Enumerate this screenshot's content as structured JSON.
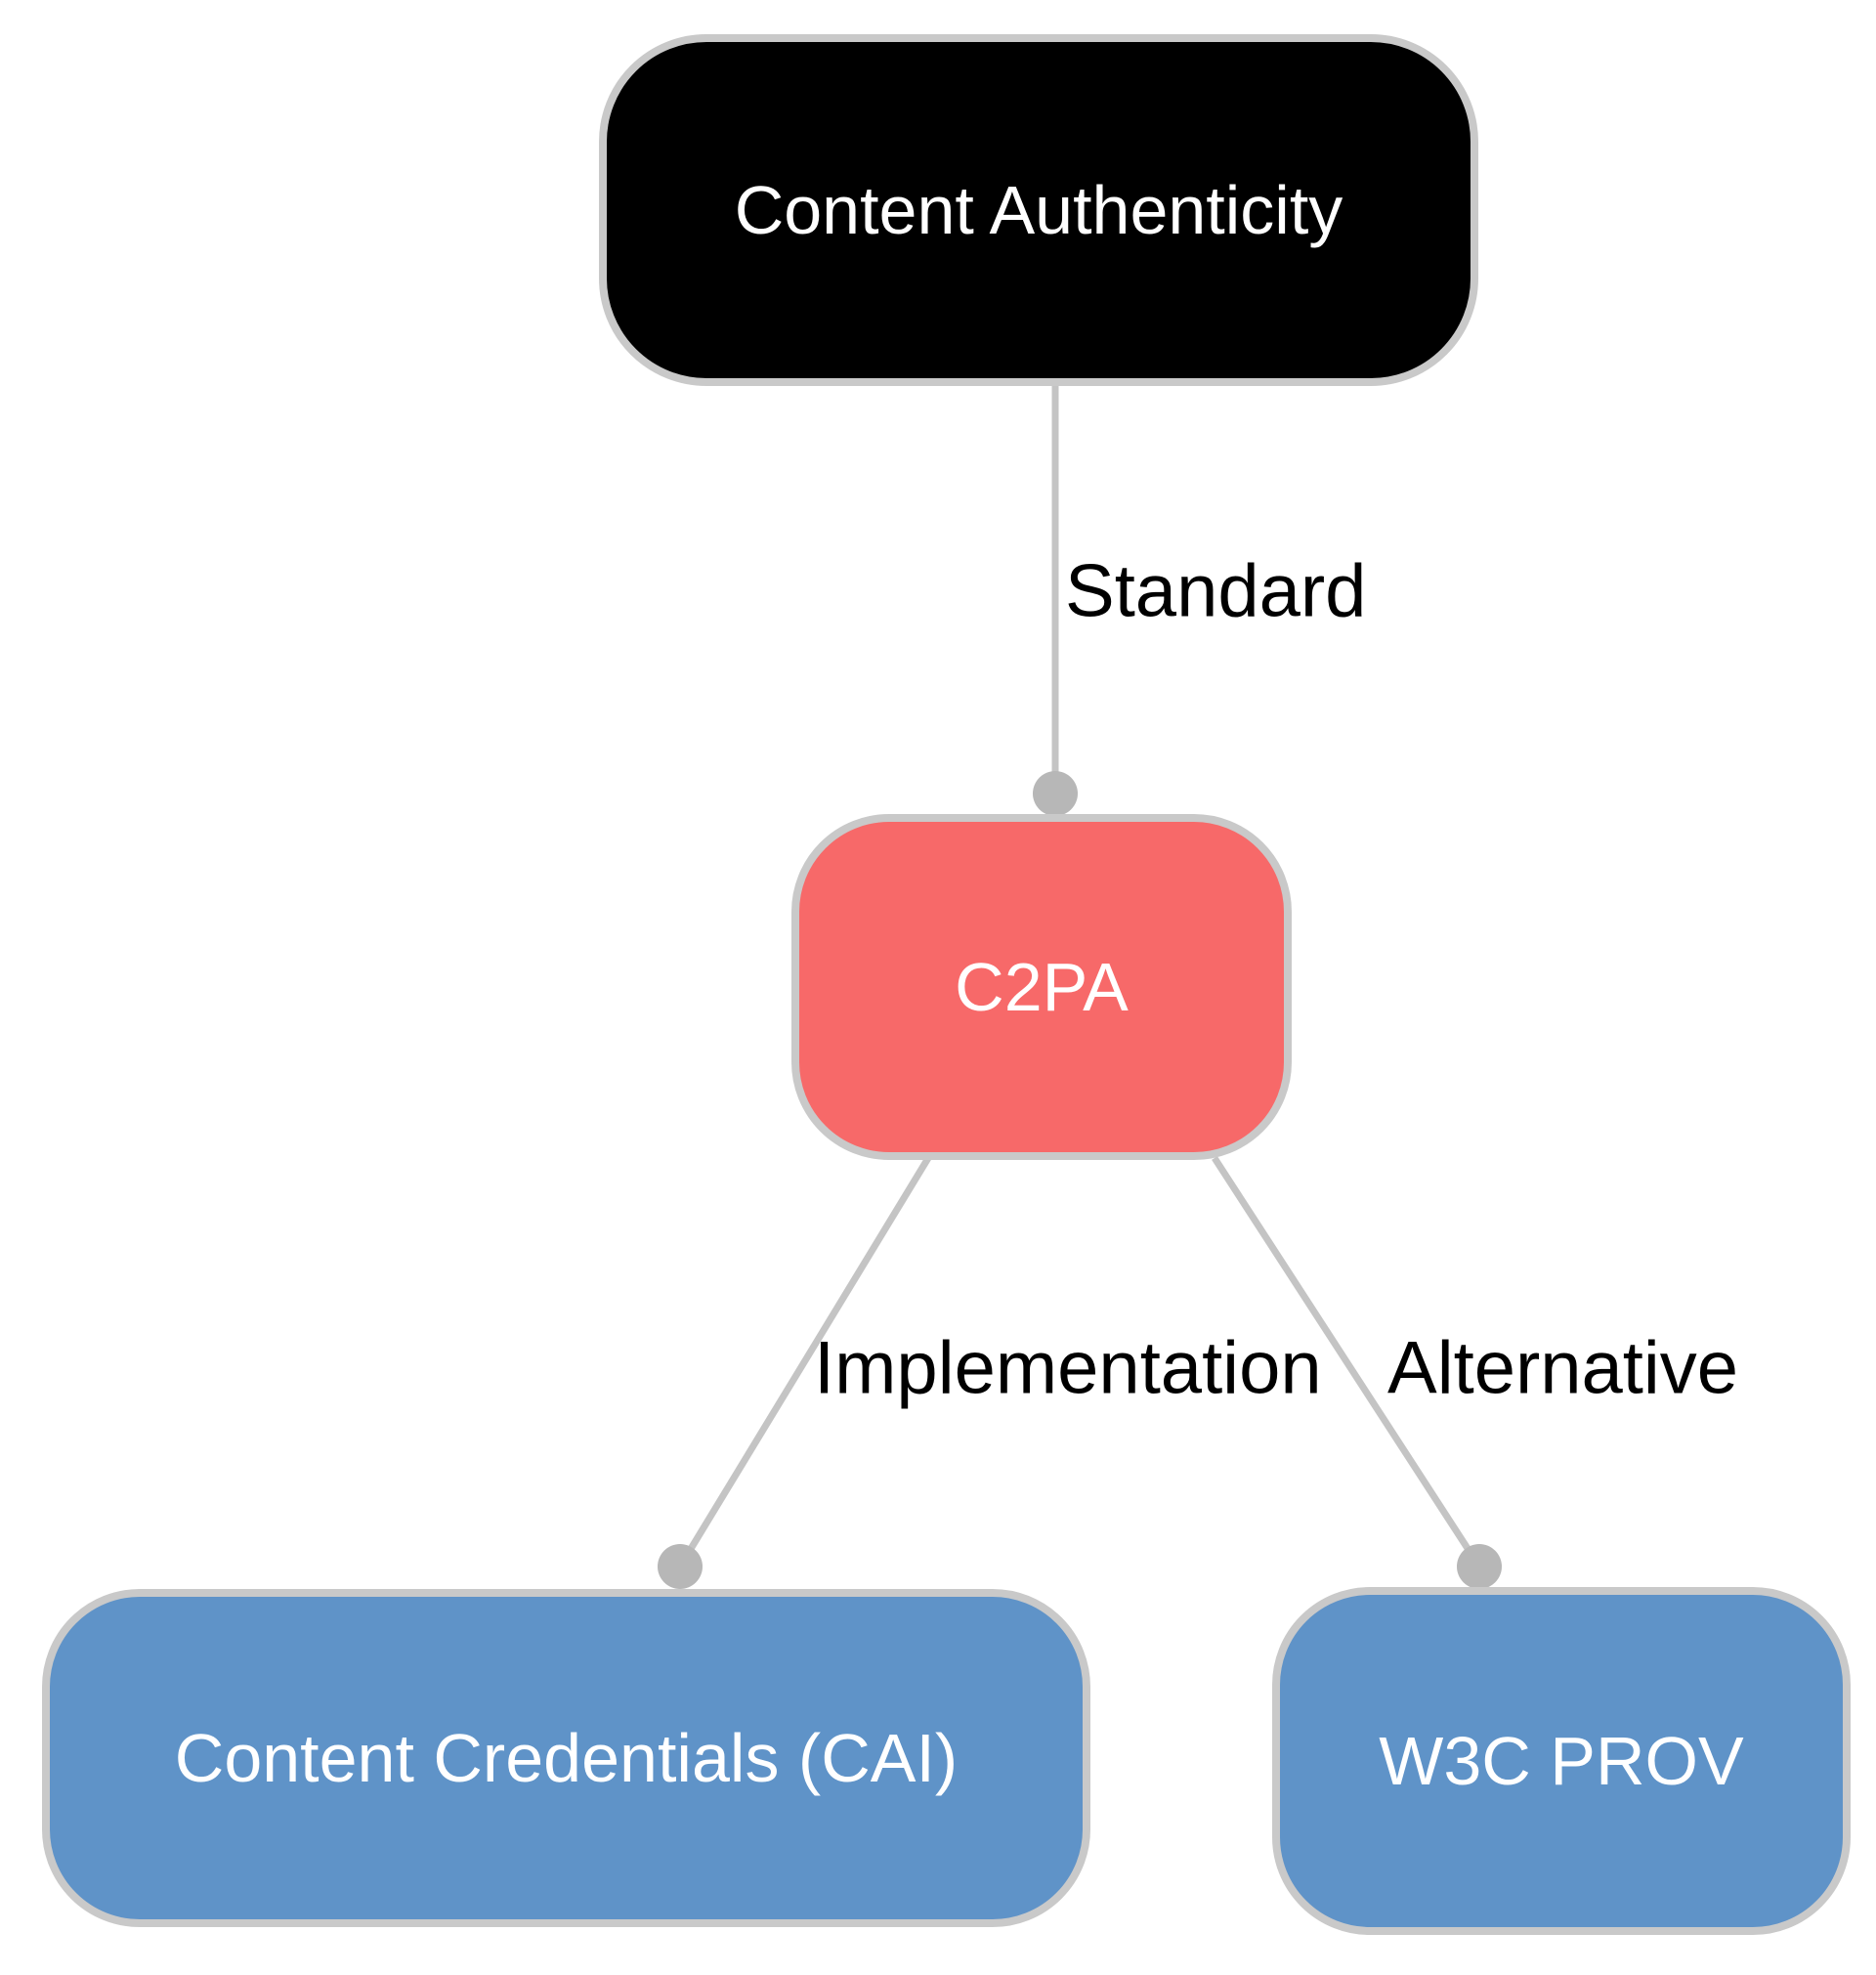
{
  "diagram": {
    "nodes": [
      {
        "id": "content-authenticity",
        "label": "Content Authenticity",
        "color": "#000000",
        "text_color": "#ffffff"
      },
      {
        "id": "c2pa",
        "label": "C2PA",
        "color": "#f76969",
        "text_color": "#ffffff"
      },
      {
        "id": "content-credentials",
        "label": "Content Credentials (CAI)",
        "color": "#5f93c8",
        "text_color": "#ffffff"
      },
      {
        "id": "w3c-prov",
        "label": "W3C PROV",
        "color": "#5f93c8",
        "text_color": "#ffffff"
      }
    ],
    "edges": [
      {
        "from": "content-authenticity",
        "to": "c2pa",
        "label": "Standard"
      },
      {
        "from": "c2pa",
        "to": "content-credentials",
        "label": "Implementation"
      },
      {
        "from": "c2pa",
        "to": "w3c-prov",
        "label": "Alternative"
      }
    ],
    "colors": {
      "background": "#ffffff",
      "edge": "#c4c4c4",
      "arrow_dot": "#b7b7b7",
      "node_border": "#c9c9c9",
      "label_text": "#000000"
    }
  }
}
